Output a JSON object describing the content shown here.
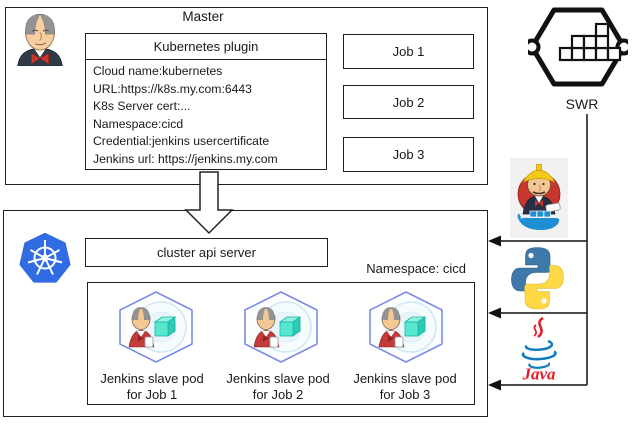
{
  "master": {
    "title": "Master",
    "plugin": {
      "title": "Kubernetes plugin",
      "lines": [
        "Cloud name:kubernetes",
        "URL:https://k8s.my.com:6443",
        "K8s Server cert:...",
        "Namespace:cicd",
        "Credential:jenkins usercertificate",
        "Jenkins url: https://jenkins.my.com"
      ]
    },
    "jobs": [
      "Job 1",
      "Job 2",
      "Job 3"
    ]
  },
  "swr": {
    "label": "SWR"
  },
  "cluster": {
    "api_server": "cluster api server",
    "namespace": "Namespace: cicd",
    "pods": [
      {
        "line1": "Jenkins slave pod",
        "line2": "for Job 1"
      },
      {
        "line1": "Jenkins slave pod",
        "line2": "for Job 2"
      },
      {
        "line1": "Jenkins slave pod",
        "line2": "for Job 3"
      }
    ]
  },
  "registry": {
    "java_label": "Java",
    "images": [
      "jenkins-docker-builder",
      "python",
      "java"
    ]
  },
  "colors": {
    "kubernetes_blue": "#326CE5",
    "pod_hexagon_border": "#7C8CE4",
    "pod_ring_blue": "#CFE8F6",
    "cube_teal": "#4FE3CE",
    "jenkins_red": "#C8372D",
    "helmet_yellow": "#F6C915",
    "docker_blue": "#1E8FD5",
    "python_blue": "#3E79A9",
    "python_yellow": "#FFD845",
    "java_red": "#E1202C",
    "java_blue": "#0E7CBD",
    "line_black": "#111111"
  }
}
